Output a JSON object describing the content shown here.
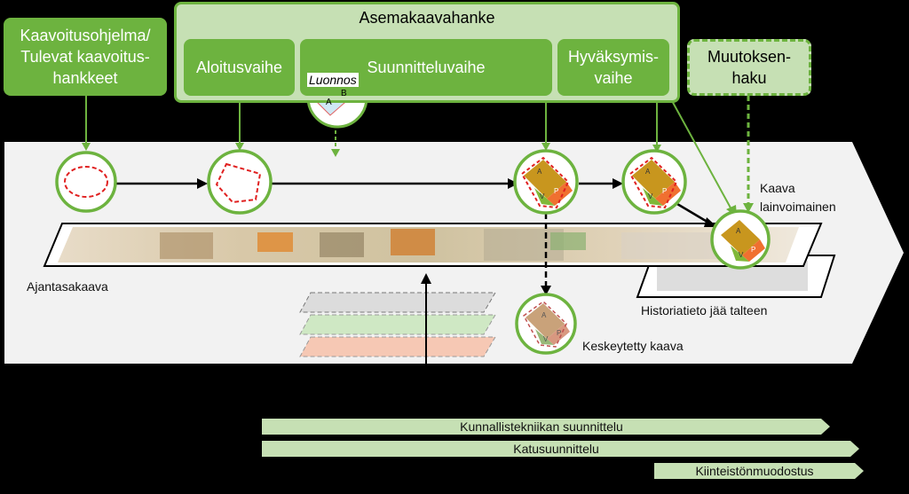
{
  "project": {
    "title": "Asemakaavahanke"
  },
  "phases": {
    "kaavoitusohjelma": [
      "Kaavoitusohjelma/",
      "Tulevat kaavoitus-",
      "hankkeet"
    ],
    "aloitus": "Aloitusvaihe",
    "suunnittelu": "Suunnitteluvaihe",
    "hyvaksymis": [
      "Hyväksymis-",
      "vaihe"
    ],
    "muutoksenhaku": [
      "Muutoksen-",
      "haku"
    ]
  },
  "luonnos": {
    "label": "Luonnos",
    "a": "A",
    "b": "B"
  },
  "plan_parcel_letters": {
    "a": "A",
    "p": "P",
    "v": "V"
  },
  "labels": {
    "ajantasakaava": "Ajantasakaava",
    "kaava_lainvoimainen": [
      "Kaava",
      "lainvoimainen"
    ],
    "historiatieto": "Historiatieto jää talteen",
    "keskeytetty": "Keskeytetty kaava"
  },
  "bars": {
    "kunnallistekniikka": "Kunnallistekniikan suunnittelu",
    "katusuunnittelu": "Katusuunnittelu",
    "kiinteisto": "Kiinteistönmuodostus"
  },
  "colors": {
    "green": "#6db33f",
    "light_green": "#c6e0b4",
    "arrow_fill": "#f2f2f2",
    "bar_fill": "#c6e0b4"
  }
}
